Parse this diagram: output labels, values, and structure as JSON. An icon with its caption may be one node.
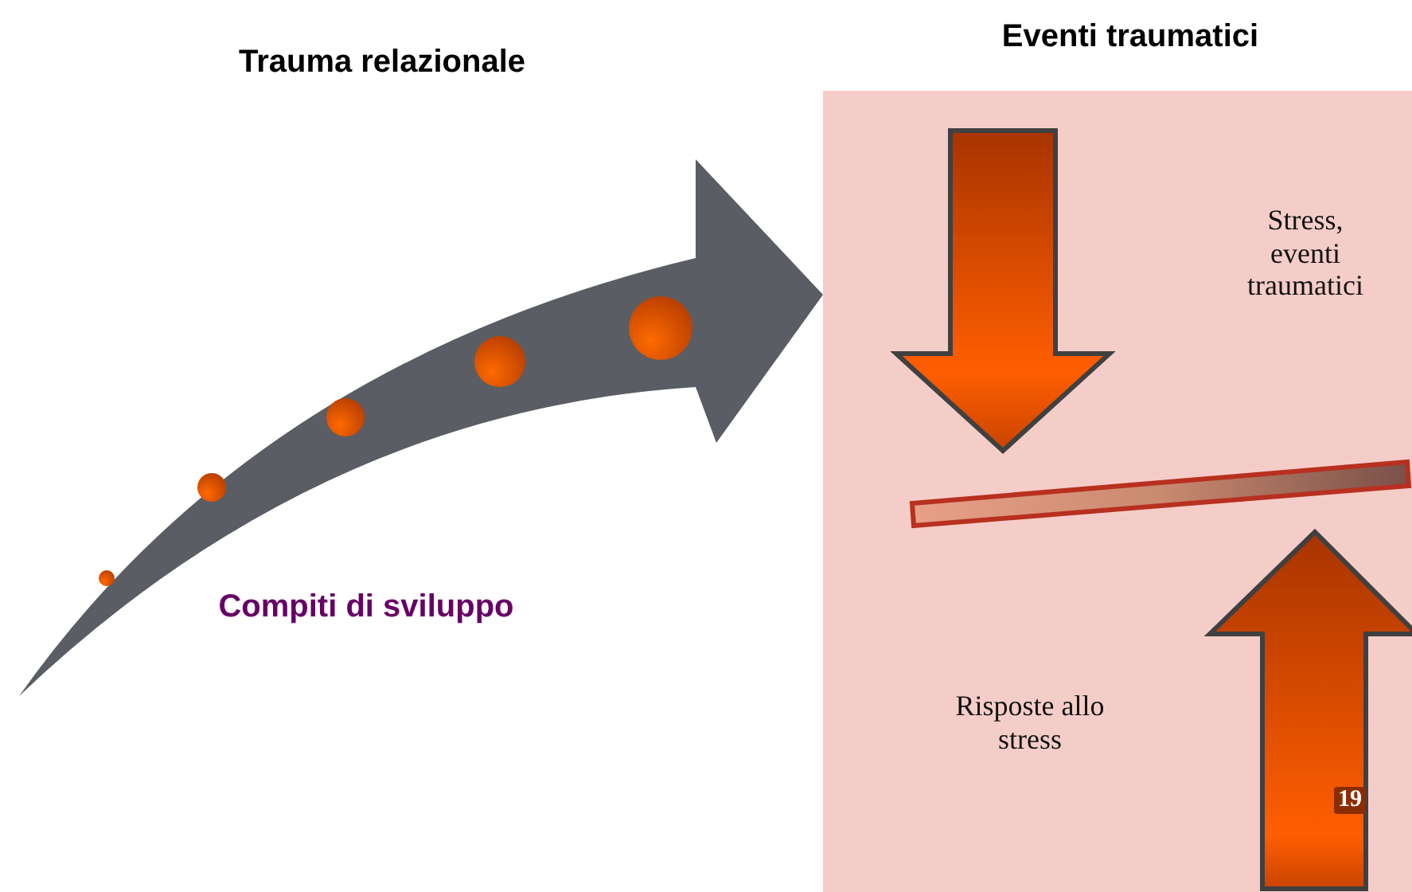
{
  "diagram": {
    "labels": [
      "Trauma relazionale",
      "Eventi traumatici",
      "Compiti di sviluppo",
      "Stress, eventi traumatici",
      "Risposte allo stress",
      "19"
    ]
  }
}
